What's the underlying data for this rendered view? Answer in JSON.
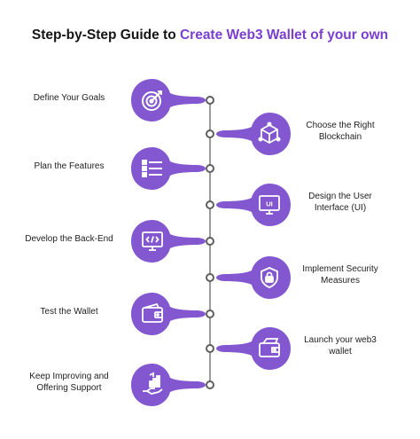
{
  "title": {
    "prefix": "Step-by-Step Guide to ",
    "highlight": "Create Web3 Wallet of your own"
  },
  "colors": {
    "accent": "#7b3fd0",
    "blob": "#8357cf",
    "line": "#9a9a9a",
    "text": "#1e1e1e"
  },
  "steps": [
    {
      "label": "Define Your Goals",
      "side": "left",
      "icon": "target-icon"
    },
    {
      "label": "Choose the Right\nBlockchain",
      "side": "right",
      "icon": "blockchain-cube-icon"
    },
    {
      "label": "Plan the Features",
      "side": "left",
      "icon": "feature-list-icon"
    },
    {
      "label": "Design the User\nInterface (UI)",
      "side": "right",
      "icon": "ui-screen-icon"
    },
    {
      "label": "Develop the Back-End",
      "side": "left",
      "icon": "code-monitor-icon"
    },
    {
      "label": "Implement Security\nMeasures",
      "side": "right",
      "icon": "security-shield-icon"
    },
    {
      "label": "Test the Wallet",
      "side": "left",
      "icon": "wallet-icon"
    },
    {
      "label": "Launch your web3\nwallet",
      "side": "right",
      "icon": "wallet-card-icon"
    },
    {
      "label": "Keep Improving and\nOffering Support",
      "side": "left",
      "icon": "growth-hand-icon"
    }
  ]
}
